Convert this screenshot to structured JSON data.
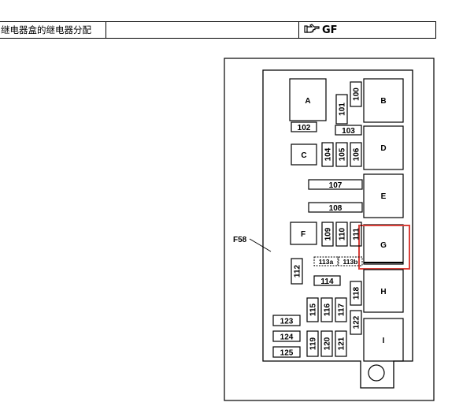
{
  "header": {
    "title": "继电器盒的继电器分配",
    "blank": "",
    "ref_icon": "hand-pointer-icon",
    "ref_code": "GF"
  },
  "diagram": {
    "callout_label": "F58",
    "relays": [
      "A",
      "B",
      "C",
      "D",
      "E",
      "F",
      "G",
      "H",
      "I"
    ],
    "fuses": [
      "100",
      "101",
      "102",
      "103",
      "104",
      "105",
      "106",
      "107",
      "108",
      "109",
      "110",
      "111",
      "112",
      "113a",
      "113b",
      "114",
      "115",
      "116",
      "117",
      "118",
      "119",
      "120",
      "121",
      "122",
      "123",
      "124",
      "125"
    ],
    "highlight": {
      "target": "G",
      "color": "#d9403a"
    }
  }
}
